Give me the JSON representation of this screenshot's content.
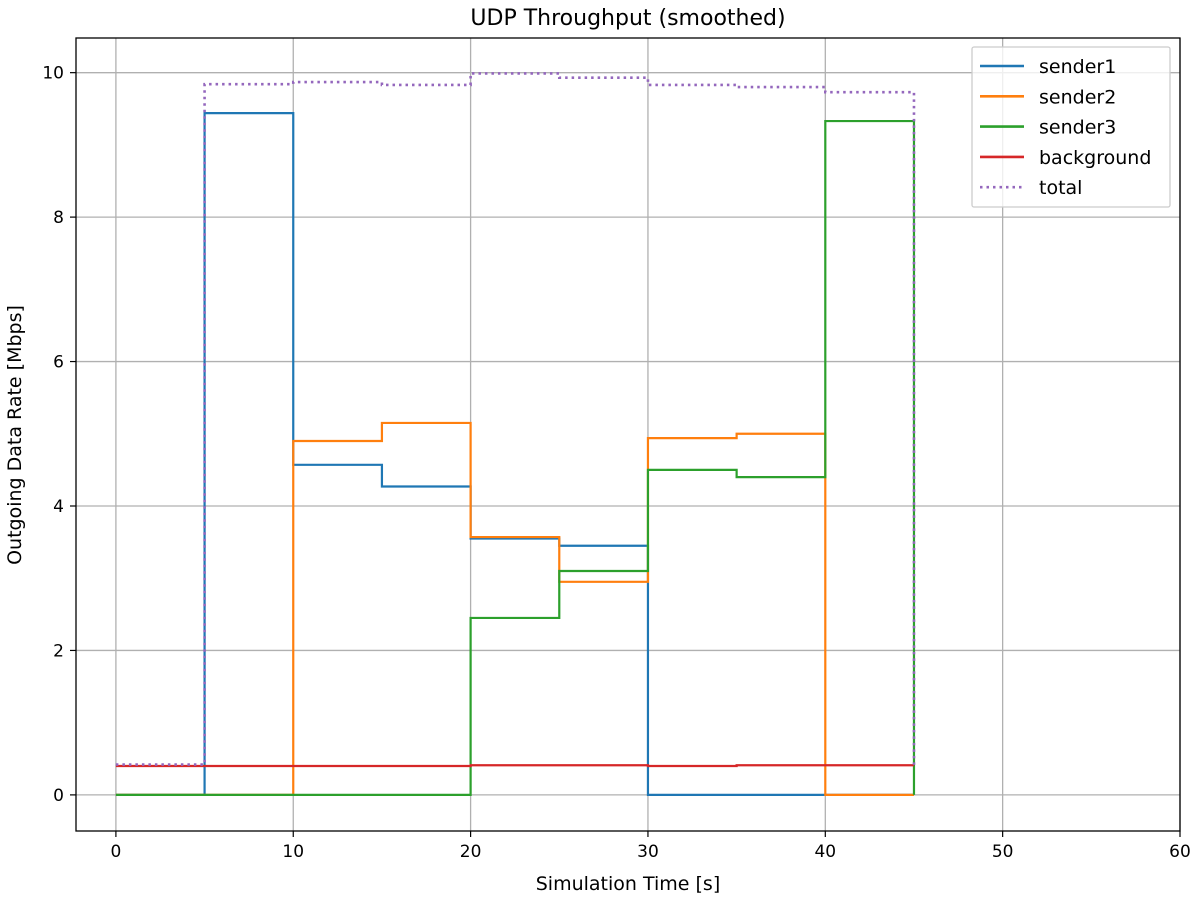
{
  "chart_data": {
    "type": "line",
    "title": "UDP Throughput (smoothed)",
    "xlabel": "Simulation Time [s]",
    "ylabel": "Outgoing Data Rate [Mbps]",
    "xlim": [
      -2.25,
      60
    ],
    "ylim": [
      -0.5,
      10.48
    ],
    "xticks": [
      0,
      10,
      20,
      30,
      40,
      50,
      60
    ],
    "yticks": [
      0,
      2,
      4,
      6,
      8,
      10
    ],
    "grid": true,
    "legend_position": "top-right",
    "step_edges": [
      0,
      5,
      10,
      15,
      20,
      25,
      30,
      35,
      40,
      45
    ],
    "series": [
      {
        "name": "sender1",
        "color": "#1f77b4",
        "style": "solid",
        "values": [
          0,
          9.44,
          4.57,
          4.27,
          3.55,
          3.45,
          0,
          0,
          0
        ],
        "end_value": 0
      },
      {
        "name": "sender2",
        "color": "#ff7f0e",
        "style": "solid",
        "values": [
          0,
          0,
          4.9,
          5.15,
          3.57,
          2.95,
          4.94,
          5.0,
          0
        ],
        "end_value": 0
      },
      {
        "name": "sender3",
        "color": "#2ca02c",
        "style": "solid",
        "values": [
          0,
          0,
          0,
          0,
          2.45,
          3.1,
          4.5,
          4.4,
          9.33
        ],
        "end_value": 0
      },
      {
        "name": "background",
        "color": "#d62728",
        "style": "solid",
        "values": [
          0.4,
          0.4,
          0.4,
          0.4,
          0.41,
          0.41,
          0.4,
          0.41,
          0.41
        ],
        "end_value": null
      },
      {
        "name": "total",
        "color": "#9467bd",
        "style": "dotted",
        "values": [
          0.42,
          9.84,
          9.87,
          9.83,
          9.99,
          9.93,
          9.83,
          9.8,
          9.73
        ],
        "end_value": 0.41
      }
    ]
  }
}
